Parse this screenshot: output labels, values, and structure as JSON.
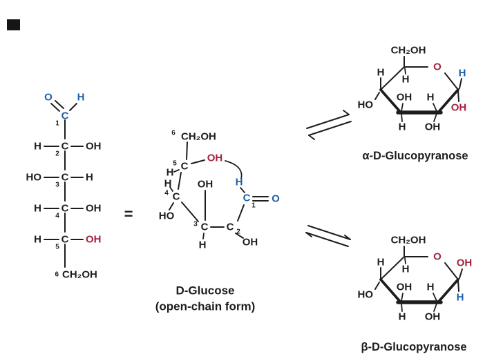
{
  "colors": {
    "ink": "#1d1d1b",
    "carbonyl_blue": "#1e5fa9",
    "hydroxyl_red": "#a3223d",
    "background": "#ffffff"
  },
  "equals": "=",
  "fischer": {
    "o1": "O",
    "h1": "H",
    "c1": "C",
    "n1": "1",
    "h2l": "H",
    "c2": "C",
    "n2": "2",
    "oh2": "OH",
    "ho3": "HO",
    "c3": "C",
    "n3": "3",
    "h3r": "H",
    "h4l": "H",
    "c4": "C",
    "n4": "4",
    "oh4": "OH",
    "h5l": "H",
    "c5": "C",
    "n5": "5",
    "oh5": "OH",
    "n6": "6",
    "ch2oh": "CH₂OH"
  },
  "open_chain": {
    "n6": "6",
    "ch2oh": "CH₂OH",
    "n5": "5",
    "c5": "C",
    "h5": "H",
    "oh5": "OH",
    "h4": "H",
    "n4": "4",
    "c4": "C",
    "ho4": "HO",
    "oh3": "OH",
    "n3": "3",
    "c3": "C",
    "h3d": "H",
    "c2": "C",
    "n2": "2",
    "oh2": "OH",
    "h1": "H",
    "c1": "C",
    "n1": "1",
    "o1": "O",
    "caption": "D-Glucose",
    "caption2": "(open-chain form)"
  },
  "alpha": {
    "ch2oh": "CH₂OH",
    "h_c4": "H",
    "ring_o": "O",
    "h_anomeric": "H",
    "h_c5": "H",
    "oh_c3": "OH",
    "h_c2": "H",
    "ho_c4": "HO",
    "oh_anomeric": "OH",
    "h_c3": "H",
    "oh_c2": "OH",
    "label": "α-D-Glucopyranose"
  },
  "beta": {
    "ch2oh": "CH₂OH",
    "h_c4": "H",
    "ring_o": "O",
    "oh_anomeric": "OH",
    "h_c5": "H",
    "oh_c3": "OH",
    "h_c2": "H",
    "ho_c4": "HO",
    "h_anomeric": "H",
    "h_c3": "H",
    "oh_c2": "OH",
    "label": "β-D-Glucopyranose"
  }
}
